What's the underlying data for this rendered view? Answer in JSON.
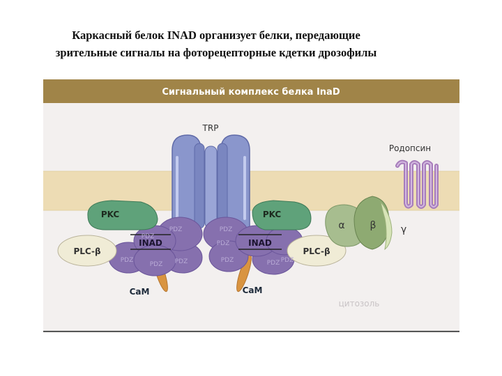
{
  "slide": {
    "title_lines": [
      "Каркасный белок INAD организует белки, передающие",
      "зрительные сигналы на фоторецепторные кдетки дрозофилы"
    ]
  },
  "figure": {
    "header": "Сигнальный комплекс белка InaD",
    "labels": {
      "trp": "TRP",
      "rhodopsin": "Родопсин",
      "cytosol": "цитозоль",
      "alpha": "α",
      "beta": "β",
      "gamma": "γ"
    },
    "complexes": [
      {
        "pkc": "PKC",
        "plc": "PLC-β",
        "inad": "INAD",
        "pdz": [
          "PDZ",
          "PDZ",
          "PDZ",
          "PDZ",
          "PDZ"
        ],
        "cam": "CaM"
      },
      {
        "pkc": "PKC",
        "plc": "PLC-β",
        "inad": "INAD",
        "pdz": [
          "PDZ",
          "PDZ",
          "PDZ",
          "PDZ",
          "PDZ"
        ],
        "cam": "CaM"
      }
    ],
    "colors": {
      "header_bar": "#a08448",
      "membrane": "#eddcb4",
      "cytosol_bg": "#f3f0ef",
      "trp": "#8a96cc",
      "pkc": "#5fa27a",
      "plc": "#f0ecd6",
      "pdz": "#8670ae",
      "cam": "#d99440",
      "g_protein": "#a7bd8f",
      "rhodopsin": "#a77dbb"
    }
  }
}
